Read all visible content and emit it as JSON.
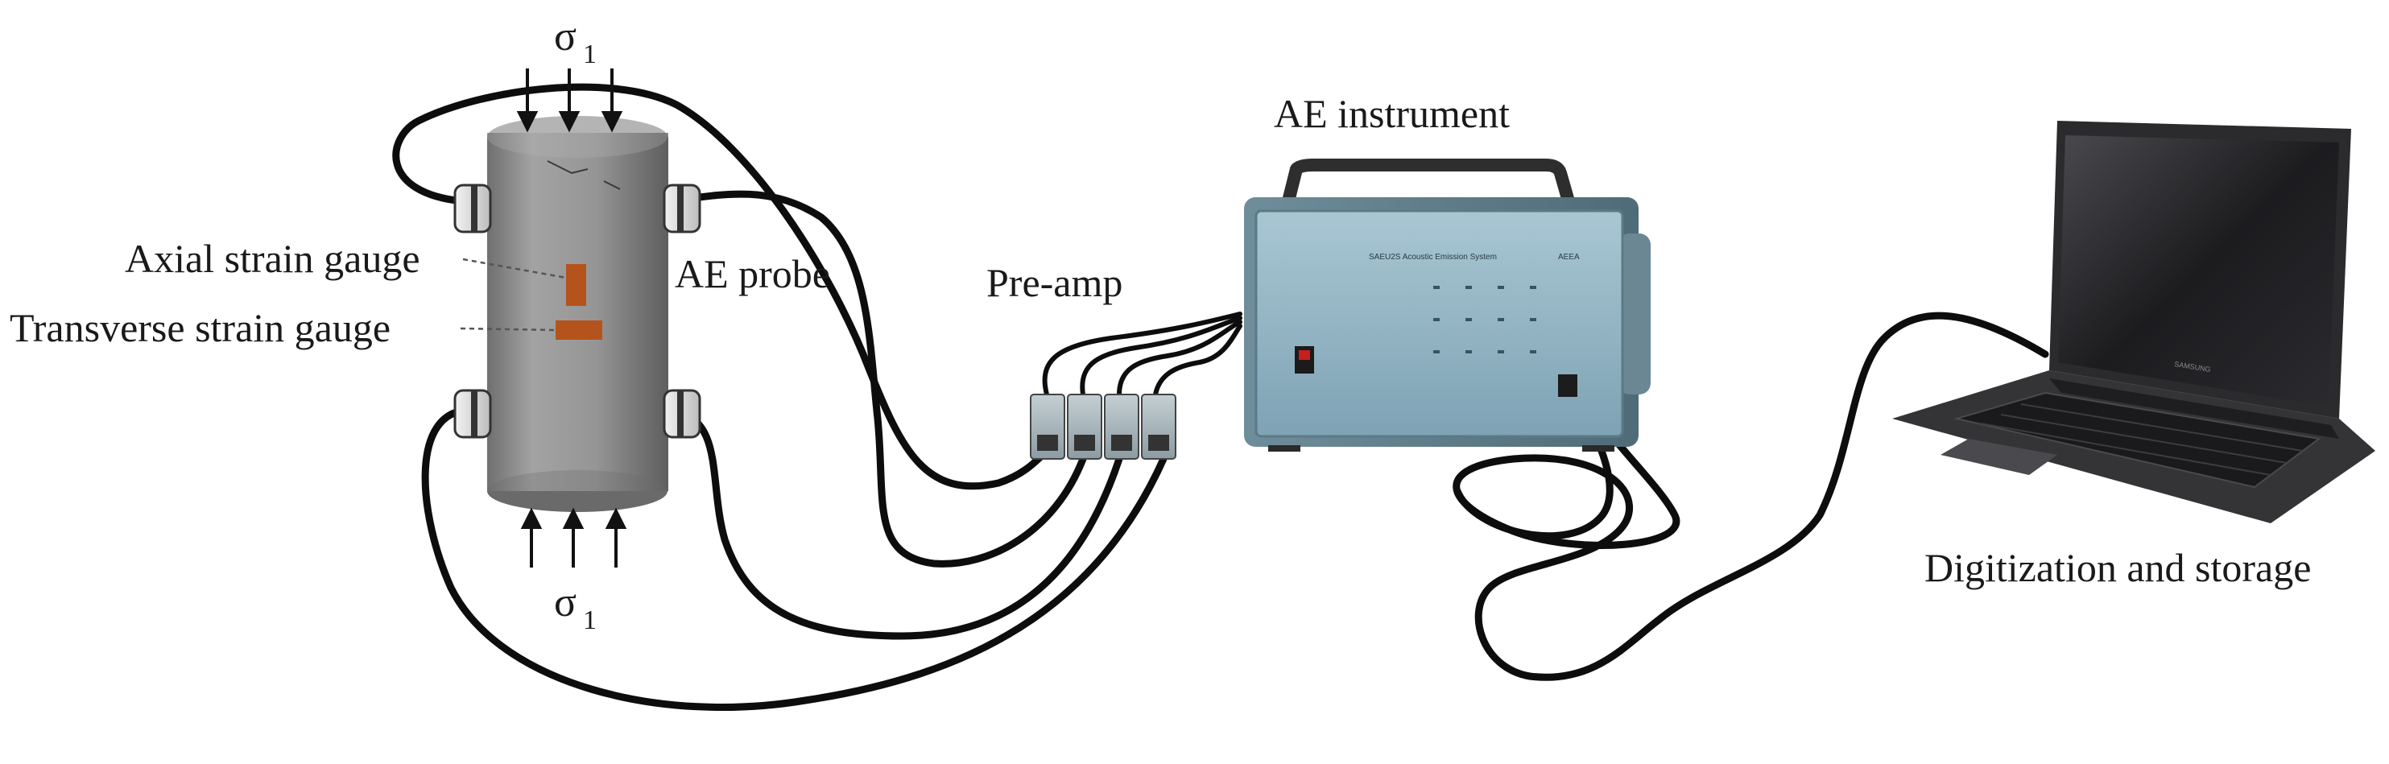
{
  "labels": {
    "sigma_symbol": "σ",
    "sigma_subscript": "1",
    "axial_gauge": "Axial strain gauge",
    "transverse_gauge": "Transverse strain gauge",
    "ae_probe": "AE probe",
    "pre_amp": "Pre-amp",
    "ae_instrument": "AE instrument",
    "digitization": "Digitization and storage"
  },
  "instrument_panel": {
    "title_text": "SAEU2S  Acoustic Emission System",
    "brand_text": "AEEA"
  },
  "laptop": {
    "brand_text": "SAMSUNG"
  },
  "colors": {
    "specimen": "#8f8f8f",
    "strain_gauge": "#b5531c",
    "instrument_panel": "#8fb2c2",
    "cable": "#0d0d0d",
    "laptop_body": "#2e2e30"
  },
  "icons": {
    "load_arrow": "arrow-down-icon / arrow-up-icon",
    "power_switch": "power-switch-icon"
  }
}
